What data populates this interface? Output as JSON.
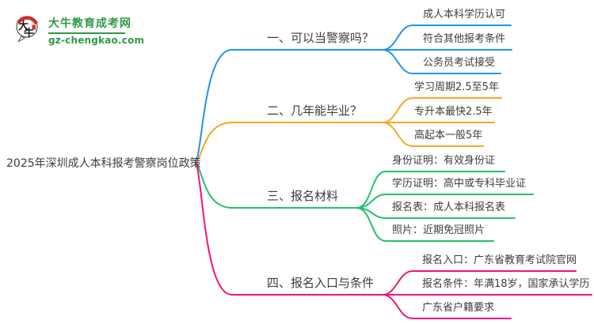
{
  "site": {
    "logo_chars": {
      "first": "大",
      "second": "牛"
    },
    "name": "大牛教育成考网",
    "url": "gz-chengkao.com"
  },
  "colors": {
    "branch_1_blue": "#2193f0",
    "branch_2_orange": "#f7a622",
    "branch_3_green": "#25c06d",
    "branch_4_pink": "#f2127c",
    "brand_green": "#2e9b45",
    "logo_red": "#c9302c",
    "text": "#3c3c3c"
  },
  "mindmap": {
    "root": "2025年深圳成人本科报考警察岗位政策",
    "branches": [
      {
        "label": "一、可以当警察吗？",
        "color": "#2193f0",
        "children": [
          "成人本科学历认可",
          "符合其他报考条件",
          "公务员考试接受"
        ]
      },
      {
        "label": "二、几年能毕业？",
        "color": "#f7a622",
        "children": [
          "学习周期2.5至5年",
          "专升本最快2.5年",
          "高起本一般5年"
        ]
      },
      {
        "label": "三、报名材料",
        "color": "#25c06d",
        "children": [
          "身份证明：有效身份证",
          "学历证明：高中或专科毕业证",
          "报名表：成人本科报名表",
          "照片：近期免冠照片"
        ]
      },
      {
        "label": "四、报名入口与条件",
        "color": "#f2127c",
        "children": [
          "报名入口：广东省教育考试院官网",
          "报名条件：年满18岁，国家承认学历",
          "广东省户籍要求"
        ]
      }
    ]
  }
}
